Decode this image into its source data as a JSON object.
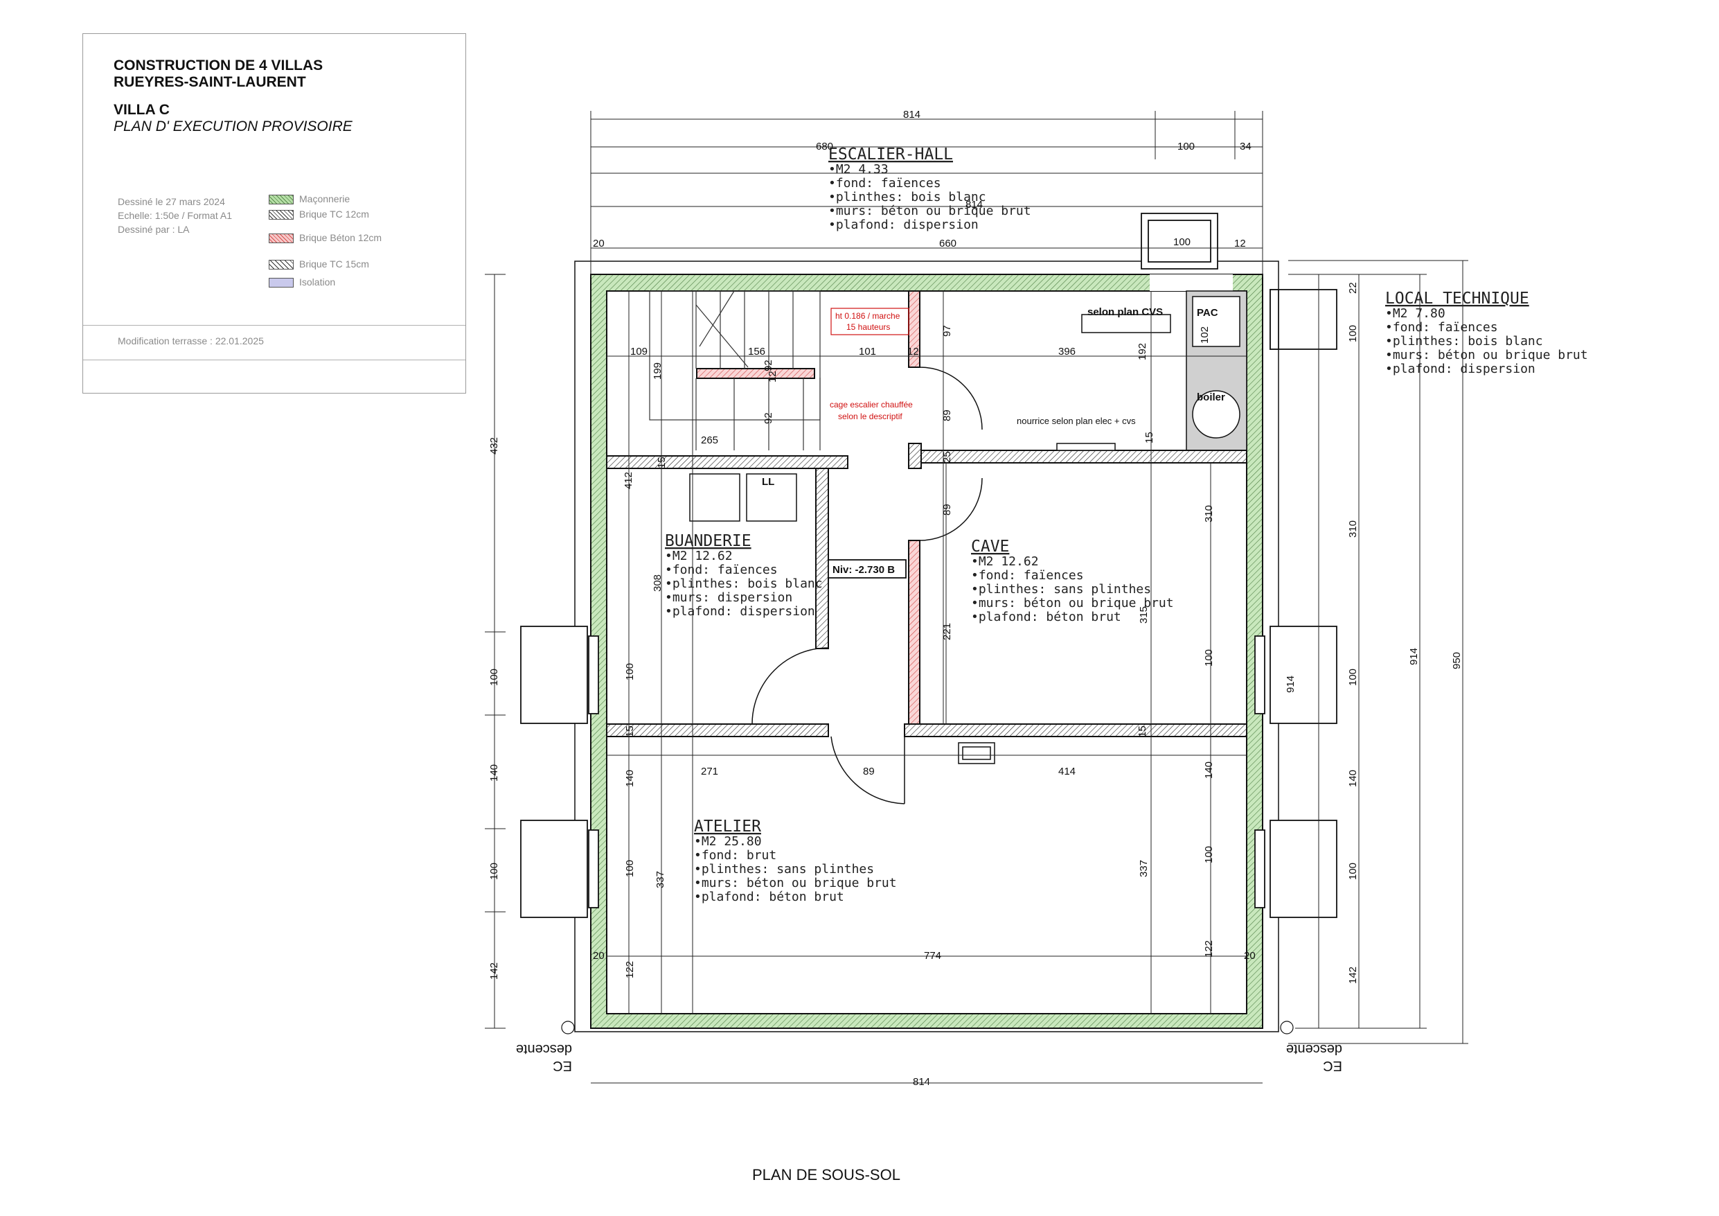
{
  "title_block": {
    "project_line1": "CONSTRUCTION DE 4 VILLAS",
    "project_line2": "RUEYRES-SAINT-LAURENT",
    "villa": "VILLA C",
    "plan_type": "PLAN D' EXECUTION PROVISOIRE",
    "drawn_date": "Dessiné le 27 mars 2024",
    "scale": "Echelle: 1:50e / Format A1",
    "drawn_by": "Dessiné par : LA",
    "modification": "Modification terrasse : 22.01.2025",
    "legend": [
      {
        "label": "Maçonnerie",
        "color": "#b7e0a8"
      },
      {
        "label": "Brique TC 12cm",
        "color": "#ffffff"
      },
      {
        "label": "Brique Béton 12cm",
        "color": "#f7c9c9"
      },
      {
        "label": "Brique TC 15cm",
        "color": "#ffffff"
      },
      {
        "label": "Isolation",
        "color": "#c9c9ec"
      }
    ]
  },
  "rooms": {
    "escalier": {
      "name": "ESCALIER-HALL",
      "lines": [
        "•M2 4.33",
        "•fond: faïences",
        "•plinthes: bois blanc",
        "•murs: béton ou brique brut",
        "•plafond: dispersion"
      ]
    },
    "local": {
      "name": "LOCAL TECHNIQUE",
      "lines": [
        "•M2 7.80",
        "•fond: faïences",
        "•plinthes: bois blanc",
        "•murs: béton ou brique brut",
        "•plafond: dispersion"
      ]
    },
    "buanderie": {
      "name": "BUANDERIE",
      "lines": [
        "•M2 12.62",
        "•fond: faïences",
        "•plinthes: bois blanc",
        "•murs: dispersion",
        "•plafond: dispersion"
      ]
    },
    "cave": {
      "name": "CAVE",
      "lines": [
        "•M2 12.62",
        "•fond: faïences",
        "•plinthes: sans plinthes",
        "•murs: béton ou brique brut",
        "•plafond: béton brut"
      ]
    },
    "atelier": {
      "name": "ATELIER",
      "lines": [
        "•M2 25.80",
        "•fond: brut",
        "•plinthes: sans plinthes",
        "•murs: béton ou brique brut",
        "•plafond: béton brut"
      ]
    }
  },
  "labels": {
    "selon_plan": "selon plan CVS",
    "pac": "PAC",
    "boiler": "boiler",
    "ll": "LL",
    "niveau": "Niv: -2.730 B",
    "nourrice": "nourrice selon plan elec + cvs",
    "stair_note1": "ht 0.186 / marche",
    "stair_note2": "15 hauteurs",
    "cage_note1": "cage escalier chauffée",
    "cage_note2": "selon le descriptif",
    "descente_left": "descente",
    "ec_left": "EC",
    "descente_right": "descente",
    "ec_right": "EC"
  },
  "dims": {
    "top_814": "814",
    "top_680": "680",
    "top_100": "100",
    "top_34": "34",
    "top_814b": "814",
    "top_20": "20",
    "top_660": "660",
    "top_100b": "100",
    "top_12": "12",
    "i_109": "109",
    "i_156": "156",
    "i_101": "101",
    "i_12": "12",
    "i_396": "396",
    "i_192": "192",
    "i_102": "102",
    "i_92a": "92",
    "i_92b": "92",
    "i_97": "97",
    "i_199": "199",
    "i_12b": "12",
    "i_89a": "89",
    "i_265": "265",
    "i_15a": "15",
    "i_25": "25",
    "i_15b": "15",
    "i_412": "412",
    "i_89b": "89",
    "i_310a": "310",
    "i_308": "308",
    "i_221": "221",
    "i_315": "315",
    "i_100a": "100",
    "i_100b": "100",
    "i_914a": "914",
    "i_15c": "15",
    "i_15d": "15",
    "i_140a": "140",
    "i_271": "271",
    "i_89c": "89",
    "i_414": "414",
    "i_140b": "140",
    "i_100c": "100",
    "i_337a": "337",
    "i_337b": "337",
    "i_100d": "100",
    "i_20a": "20",
    "i_774": "774",
    "i_122a": "122",
    "i_122b": "122",
    "i_20b": "20",
    "left_432": "432",
    "left_100a": "100",
    "left_140": "140",
    "left_100b": "100",
    "left_142": "142",
    "right_22": "22",
    "right_100a": "100",
    "right_310": "310",
    "right_100b": "100",
    "right_140": "140",
    "right_100c": "100",
    "right_142": "142",
    "right_914": "914",
    "right_950": "950",
    "bottom_814": "814"
  },
  "caption": "PLAN DE SOUS-SOL"
}
